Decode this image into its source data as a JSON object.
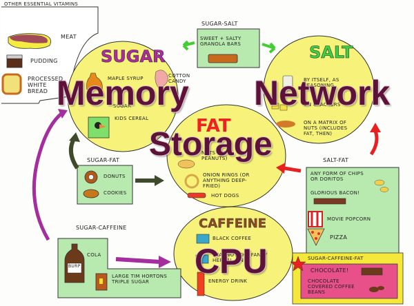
{
  "vitamins_box": {
    "title": "Other essential vitamins",
    "items": [
      {
        "label": "Meat",
        "icon": "steak-icon"
      },
      {
        "label": "Pudding",
        "icon": "pudding-icon"
      },
      {
        "label": "Processed white bread",
        "icon": "bread-icon"
      }
    ]
  },
  "circles": {
    "sugar": {
      "title": "SUGAR",
      "items": [
        "Maple syrup",
        "Cotton candy",
        "Sugar",
        "Kids cereal"
      ]
    },
    "salt": {
      "title": "SALT",
      "items": [
        "By itself, as seasoning",
        "On crackers",
        "On a matrix of nuts (includes fat, then)"
      ]
    },
    "fat": {
      "title": "FAT",
      "items": [
        "Nuts (not peanuts)",
        "Onion rings (or anything deep-fried)",
        "Hot dogs"
      ]
    },
    "caffeine": {
      "title": "CAFFEINE",
      "items": [
        "Black coffee",
        "Tea (not the fancy herbal kind)",
        "Energy drink"
      ]
    }
  },
  "combo_boxes": {
    "sugar_salt": {
      "title": "Sugar-Salt",
      "items": [
        "Sweet + salty granola bars"
      ]
    },
    "sugar_fat": {
      "title": "Sugar-Fat",
      "items": [
        "Donuts",
        "Cookies"
      ]
    },
    "salt_fat": {
      "title": "Salt-Fat",
      "items": [
        "Any form of chips or Doritos",
        "Glorious bacon!",
        "Movie popcorn",
        "Pizza"
      ]
    },
    "sugar_caffeine": {
      "title": "Sugar-Caffeine",
      "items": [
        "Cola",
        "Large Tim Hortons triple sugar"
      ],
      "bottle_label": "BURP"
    },
    "sugar_caffeine_fat": {
      "title": "Sugar-Caffeine-Fat",
      "items": [
        "Chocolate!",
        "Chocolate covered coffee beans"
      ]
    }
  },
  "overlay": {
    "memory": "Memory",
    "network": "Network",
    "storage": "Storage",
    "cpu": "CPU"
  },
  "colors": {
    "overlay_text": "#5e1238",
    "circle_fill": "#f6f27a",
    "box_green": "#b8eab0",
    "sugar_title": "#b02aa0",
    "salt_title": "#3ed03e",
    "fat_title": "#ee2222",
    "caffeine_title": "#8a4a22",
    "arrow_green": "#44cc33",
    "arrow_purple": "#a42e9e",
    "arrow_dark": "#3e4a2a",
    "arrow_red": "#e82020",
    "combo_pink": "#e8508a",
    "combo_yellow": "#f5e83a"
  }
}
